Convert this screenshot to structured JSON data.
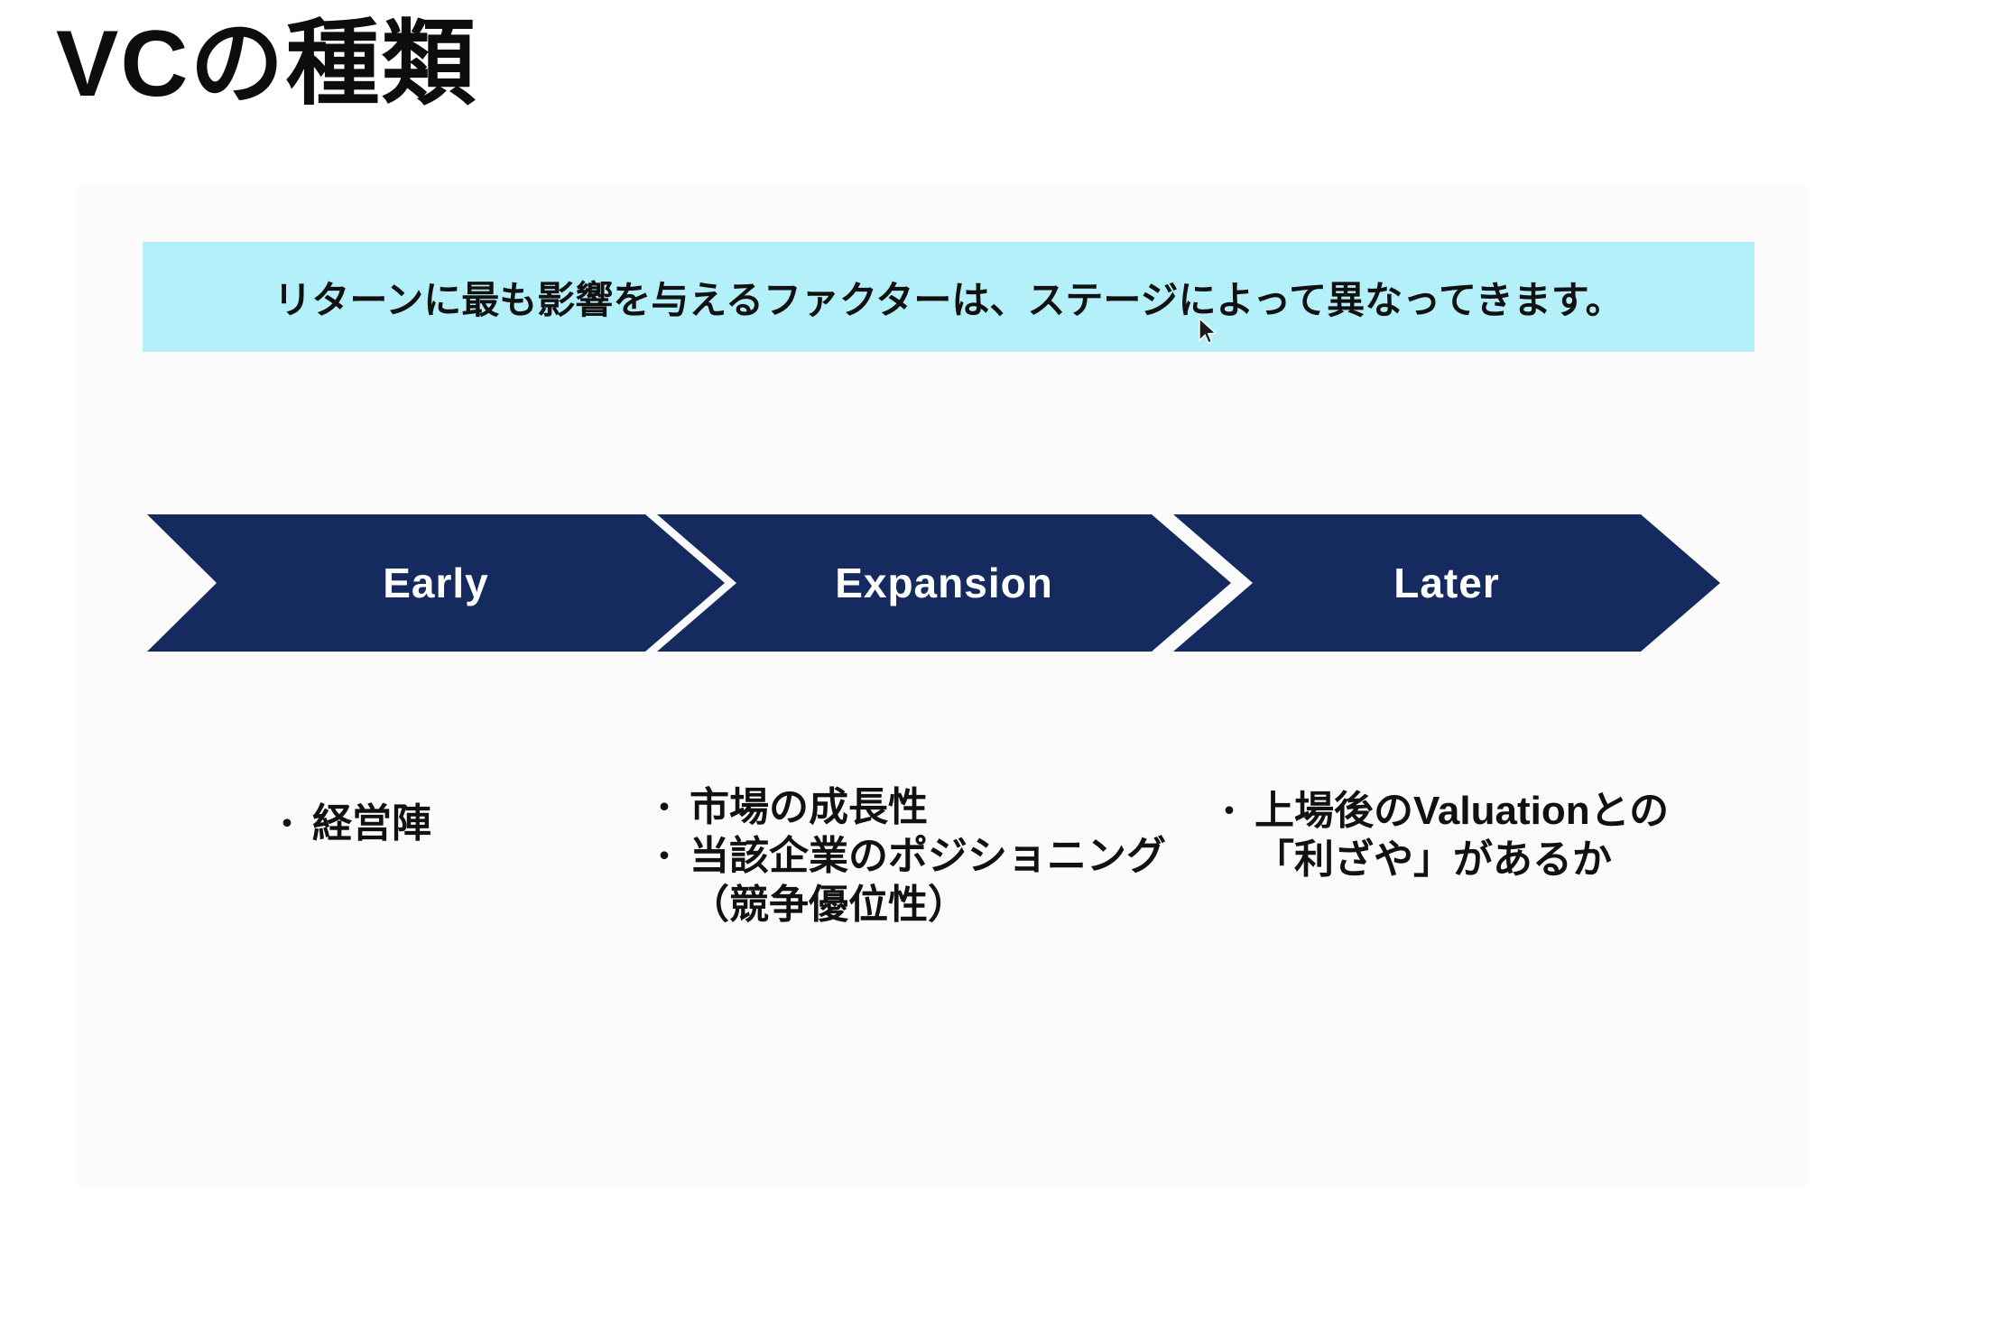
{
  "slide": {
    "title": "VCの種類",
    "banner_text": "リターンに最も影響を与えるファクターは、ステージによって異なってきます。"
  },
  "bullet_char": "・",
  "stages": [
    {
      "label": "Early"
    },
    {
      "label": "Expansion"
    },
    {
      "label": "Later"
    }
  ],
  "columns": [
    {
      "items": [
        {
          "lines": [
            "経営陣"
          ]
        }
      ]
    },
    {
      "items": [
        {
          "lines": [
            "市場の成長性"
          ]
        },
        {
          "lines": [
            "当該企業のポジショニング",
            "（競争優位性）"
          ]
        }
      ]
    },
    {
      "items": [
        {
          "lines": [
            "上場後のValuationとの",
            "「利ざや」があるか"
          ]
        }
      ]
    }
  ],
  "colors": {
    "chevron_fill": "#152a5e",
    "banner_bg": "#b3f0f9",
    "chevron_label": "#ffffff",
    "panel_bg": "#fbfbfb",
    "title_text": "#0d0d0d"
  }
}
